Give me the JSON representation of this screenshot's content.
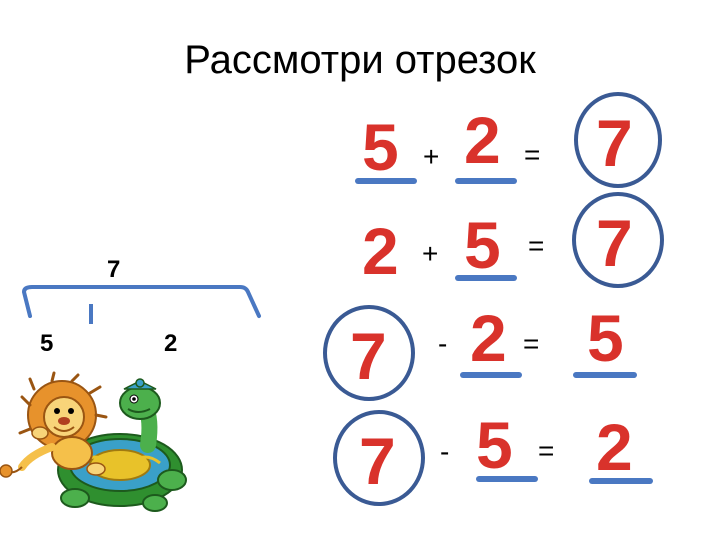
{
  "title": "Рассмотри отрезок",
  "segment": {
    "total": "7",
    "left_part": "5",
    "right_part": "2"
  },
  "equations": [
    {
      "a": "5",
      "op": "+",
      "b": "2",
      "eq": "=",
      "result": "7",
      "circled": "result"
    },
    {
      "a": "2",
      "op": "+",
      "b": "5",
      "eq": "=",
      "result": "7",
      "circled": "result"
    },
    {
      "a": "7",
      "op": "-",
      "b": "2",
      "eq": "=",
      "result": "5",
      "circled": "a"
    },
    {
      "a": "7",
      "op": "-",
      "b": "5",
      "eq": "=",
      "result": "2",
      "circled": "a"
    }
  ],
  "colors": {
    "number": "#d9322b",
    "underline": "#4a78c2",
    "circle": "#3a5a94",
    "segment": "#4a78c2",
    "text": "#000000"
  },
  "illustration": "lion-and-turtle-cartoon"
}
